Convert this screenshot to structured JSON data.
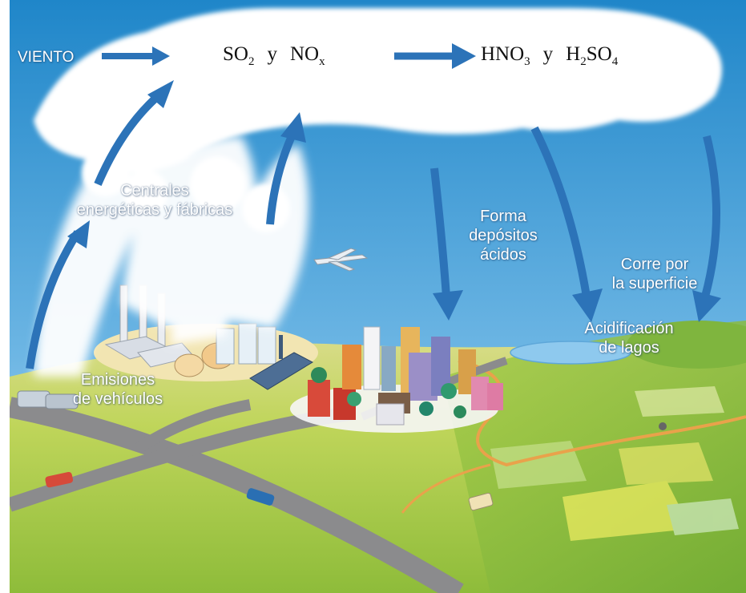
{
  "labels": {
    "wind": "VIENTO",
    "plants_line1": "Centrales",
    "plants_line2": "energéticas y fábricas",
    "vehicles_line1": "Emisiones",
    "vehicles_line2": "de vehículos",
    "deposits_line1": "Forma",
    "deposits_line2": "depósitos",
    "deposits_line3": "ácidos",
    "runoff_line1": "Corre por",
    "runoff_line2": "la superficie",
    "lakes_line1": "Acidificación",
    "lakes_line2": "de lagos"
  },
  "formulas": {
    "left": {
      "a_base": "SO",
      "a_sub": "2",
      "joiner": "y",
      "b_base": "NO",
      "b_sub": "x"
    },
    "right": {
      "a_base": "HNO",
      "a_sub": "3",
      "joiner": "y",
      "b_base": "H",
      "b_sub": "2",
      "b_base2": "SO",
      "b_sub2": "4"
    }
  },
  "colors": {
    "sky_top": "#1f86c9",
    "sky_bottom": "#9fd0ee",
    "arrow": "#2c73b8",
    "grass": "#b5cf4c",
    "road": "#8b8b8d",
    "river": "#e9a24b",
    "lake": "#8ec9ee"
  }
}
